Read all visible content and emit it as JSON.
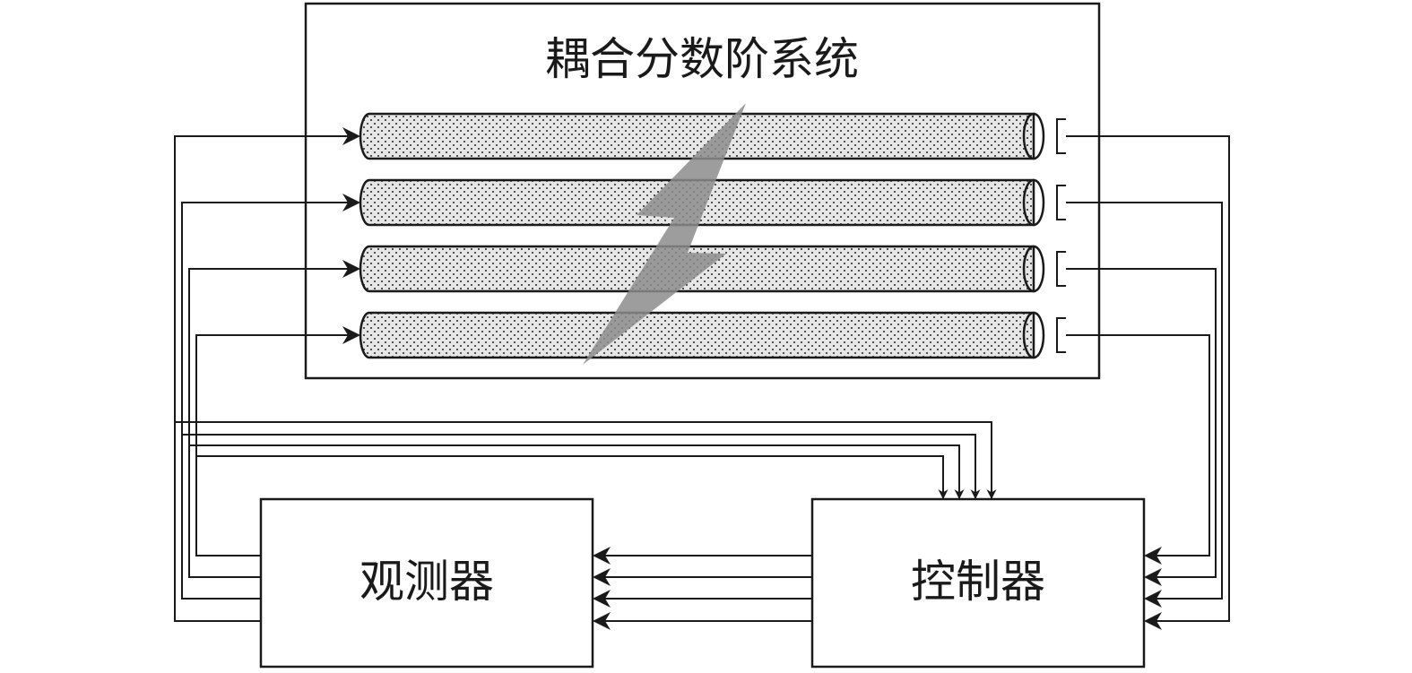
{
  "system": {
    "title": "耦合分数阶系统"
  },
  "observer": {
    "label": "观测器"
  },
  "controller": {
    "label": "控制器"
  },
  "colors": {
    "line": "#1a1a1a",
    "tube_fill": "#e6e6e6",
    "tube_dots": "#222222",
    "bolt": "#8c8c8c",
    "background": "#ffffff"
  },
  "icons": {
    "coupling": "lightning-bolt-icon",
    "sensor": "bracket-icon",
    "flow": "arrowhead-icon"
  }
}
